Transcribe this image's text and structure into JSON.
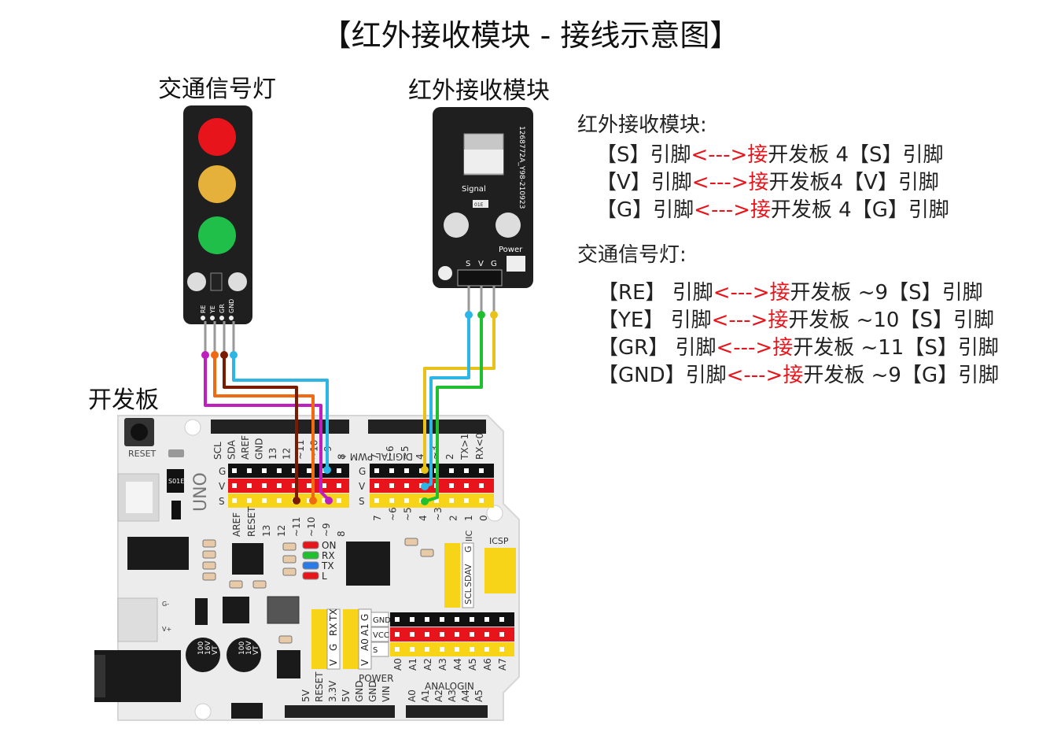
{
  "title": "【红外接收模块 - 接线示意图】",
  "labels": {
    "traffic_light": "交通信号灯",
    "ir_module": "红外接收模块",
    "board": "开发板"
  },
  "traffic_light": {
    "pins": [
      "RE",
      "YE",
      "GR",
      "GND"
    ]
  },
  "ir_module": {
    "serial": "1268772A_Y98-210923",
    "signal_label": "Signal",
    "power_label": "Power",
    "chip_label": "01E",
    "pins": [
      "S",
      "V",
      "G"
    ]
  },
  "connections": {
    "ir_heading": "红外接收模块:",
    "ir_lines": [
      {
        "pin": "【S】引脚",
        "arrow": "<--->",
        "jie": "接",
        "target": "开发板 4【S】引脚"
      },
      {
        "pin": "【V】引脚",
        "arrow": "<--->",
        "jie": "接",
        "target": "开发板4【V】引脚"
      },
      {
        "pin": "【G】引脚",
        "arrow": "<--->",
        "jie": "接",
        "target": "开发板 4【G】引脚"
      }
    ],
    "tl_heading": "交通信号灯:",
    "tl_lines": [
      {
        "pin": "【RE】 引脚",
        "arrow": "<--->",
        "jie": "接",
        "target": "开发板 ~9【S】引脚"
      },
      {
        "pin": "【YE】 引脚",
        "arrow": "<--->",
        "jie": "接",
        "target": "开发板 ~10【S】引脚"
      },
      {
        "pin": "【GR】   引脚",
        "arrow": "<--->",
        "jie": "接",
        "target": "开发板 ~11【S】引脚"
      },
      {
        "pin": "【GND】引脚",
        "arrow": "<--->",
        "jie": "接",
        "target": "开发板 ~9【G】引脚"
      }
    ]
  },
  "board": {
    "reset_label": "RESET",
    "model": "UNO",
    "chip_s01e": "S01E",
    "top_left_header": [
      "SCL",
      "SDA",
      "AREF",
      "GND",
      "13",
      "12",
      "~11",
      "~10",
      "~9",
      "8"
    ],
    "top_right_header": [
      "7",
      "~6",
      "~5",
      "4",
      "~3",
      "2",
      "TX>1",
      "RX<0"
    ],
    "digital_label": "DIGITAL PWM ~",
    "row_labels": [
      "G",
      "V",
      "S"
    ],
    "left_numbers": [
      "AREF",
      "RESET",
      "13",
      "12",
      "~11",
      "~10",
      "~9",
      "8"
    ],
    "right_numbers": [
      "7",
      "~6",
      "~5",
      "4",
      "~3",
      "2",
      "1",
      "0"
    ],
    "leds": [
      "ON",
      "RX",
      "TX",
      "L"
    ],
    "iic_label": "IIC",
    "iic_pins": [
      "SCL",
      "SDA",
      "V",
      "G"
    ],
    "icsp_label": "ICSP",
    "serial_block": [
      "V",
      "G",
      "RX",
      "TX"
    ],
    "analog_block": [
      "V",
      "A0",
      "A1",
      "G"
    ],
    "analog_rows": [
      "GND",
      "VCC",
      "S"
    ],
    "analog_cols": [
      "A0",
      "A1",
      "A2",
      "A3",
      "A4",
      "A5",
      "A6",
      "A7"
    ],
    "power_label": "POWER",
    "power_pins": [
      "5V",
      "RESET",
      "3.3V",
      "5V",
      "GND",
      "GND",
      "VIN"
    ],
    "analogin_label": "ANALOGIN",
    "analogin_pins": [
      "A0",
      "A1",
      "A2",
      "A3",
      "A4",
      "A5"
    ],
    "cap_label": [
      "100",
      "16V",
      "VT"
    ],
    "usb_g": "G-",
    "usb_v": "V+"
  },
  "colors": {
    "wire_re": "#bf1fbf",
    "wire_ye": "#ef6a10",
    "wire_gr": "#7a1b00",
    "wire_gnd": "#2bb6e6",
    "wire_s": "#e8c21a",
    "wire_v": "#2bb6e6",
    "wire_g": "#1fbf2f",
    "row_black": "#111111",
    "row_red": "#e8141b",
    "row_yellow": "#f7d417",
    "highlight": "#e8141b"
  }
}
